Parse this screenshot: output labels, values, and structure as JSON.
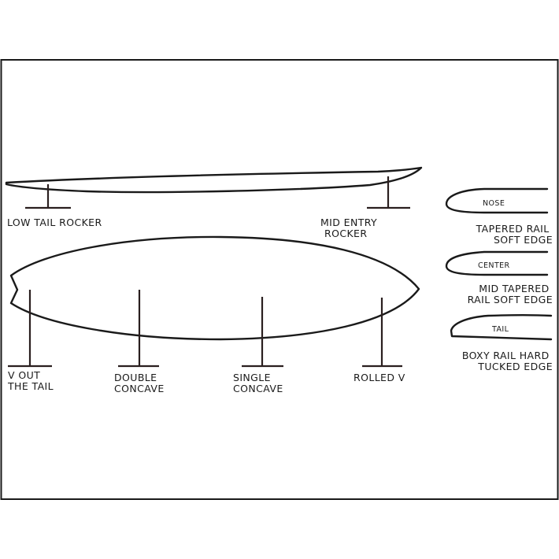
{
  "rocker": {
    "low_tail_label": "LOW TAIL ROCKER",
    "mid_entry_label": [
      "MID ENTRY",
      "ROCKER"
    ]
  },
  "bottom": {
    "v_out_label": [
      "V OUT",
      "THE TAIL"
    ],
    "double_concave_label": [
      "DOUBLE",
      "CONCAVE"
    ],
    "single_concave_label": [
      "SINGLE",
      "CONCAVE"
    ],
    "rolled_v_label": [
      "ROLLED V"
    ]
  },
  "rails": [
    {
      "tag": "NOSE",
      "caption": [
        "TAPERED RAIL",
        "SOFT EDGE"
      ]
    },
    {
      "tag": "CENTER",
      "caption": [
        "MID TAPERED",
        "RAIL SOFT EDGE"
      ]
    },
    {
      "tag": "TAIL",
      "caption": [
        "BOXY RAIL HARD",
        "TUCKED EDGE"
      ]
    }
  ],
  "colors": {
    "ink": "#1a1a1a",
    "pole": "#2a1f1f",
    "background": "#ffffff"
  }
}
